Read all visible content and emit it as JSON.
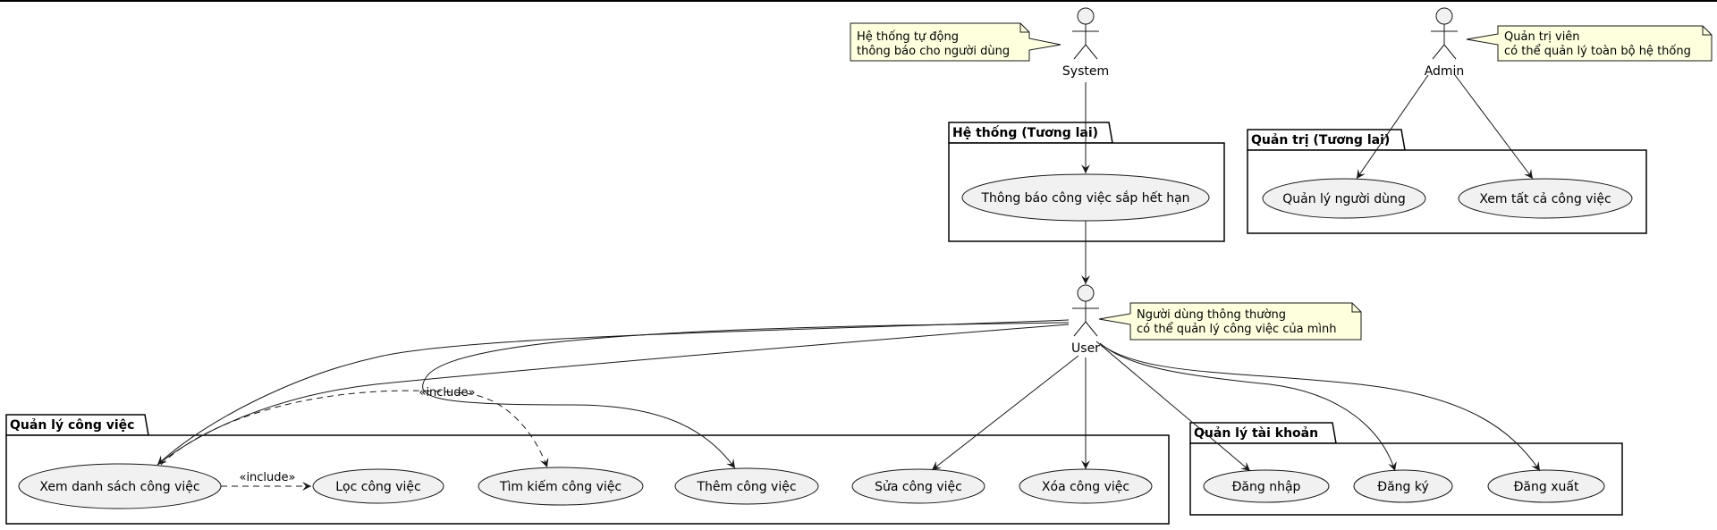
{
  "actors": {
    "system": "System",
    "admin": "Admin",
    "user": "User"
  },
  "notes": {
    "system": [
      "Hệ thống tự động",
      "thông báo cho người dùng"
    ],
    "admin": [
      "Quản trị viên",
      "có thể quản lý toàn bộ hệ thống"
    ],
    "user": [
      "Người dùng thông thường",
      "có thể quản lý công việc của mình"
    ]
  },
  "packages": {
    "system_future": {
      "title": "Hệ thống (Tương lai)",
      "usecases": [
        "Thông báo công việc sắp hết hạn"
      ]
    },
    "admin_future": {
      "title": "Quản trị (Tương lai)",
      "usecases": [
        "Quản lý người dùng",
        "Xem tất cả công việc"
      ]
    },
    "task_management": {
      "title": "Quản lý công việc",
      "usecases": [
        "Xem danh sách công việc",
        "Lọc công việc",
        "Tìm kiếm công việc",
        "Thêm công việc",
        "Sửa công việc",
        "Xóa công việc"
      ]
    },
    "account_management": {
      "title": "Quản lý tài khoản",
      "usecases": [
        "Đăng nhập",
        "Đăng ký",
        "Đăng xuất"
      ]
    }
  },
  "relations": {
    "include_filter": "«include»",
    "include_search": "«include»"
  },
  "colors": {
    "note_fill": "#FEFFDD",
    "usecase_fill": "#F1F1F1",
    "stroke": "#181818"
  }
}
